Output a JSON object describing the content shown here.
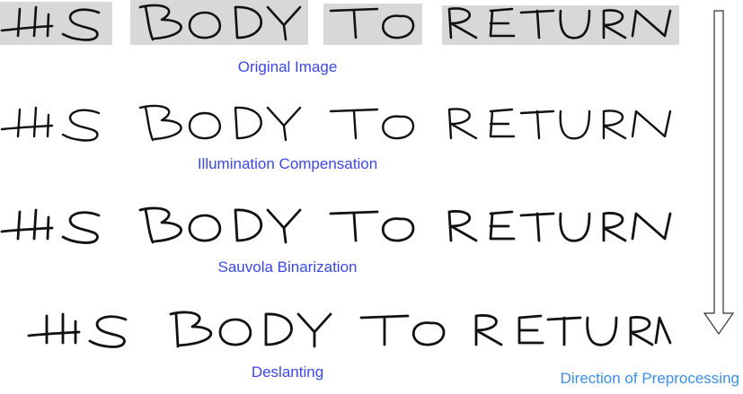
{
  "stages": [
    {
      "name": "original",
      "caption": "Original Image",
      "text": "HIS BODY TO RETURN"
    },
    {
      "name": "illumination-compensation",
      "caption": "Illumination Compensation",
      "text": "HIS BODY TO RETURN"
    },
    {
      "name": "sauvola-binarization",
      "caption": "Sauvola Binarization",
      "text": "HIS BODY TO RETURN"
    },
    {
      "name": "deslanting",
      "caption": "Deslanting",
      "text": "HIS BODY TO RETURN"
    }
  ],
  "direction_label": "Direction of Preprocessing",
  "colors": {
    "caption": "#3b47e6",
    "direction_label": "#3b8fe8",
    "ink": "#111111",
    "scan_background": "#d8d8d8"
  },
  "icons": {
    "direction_arrow": "down-arrow-icon"
  }
}
